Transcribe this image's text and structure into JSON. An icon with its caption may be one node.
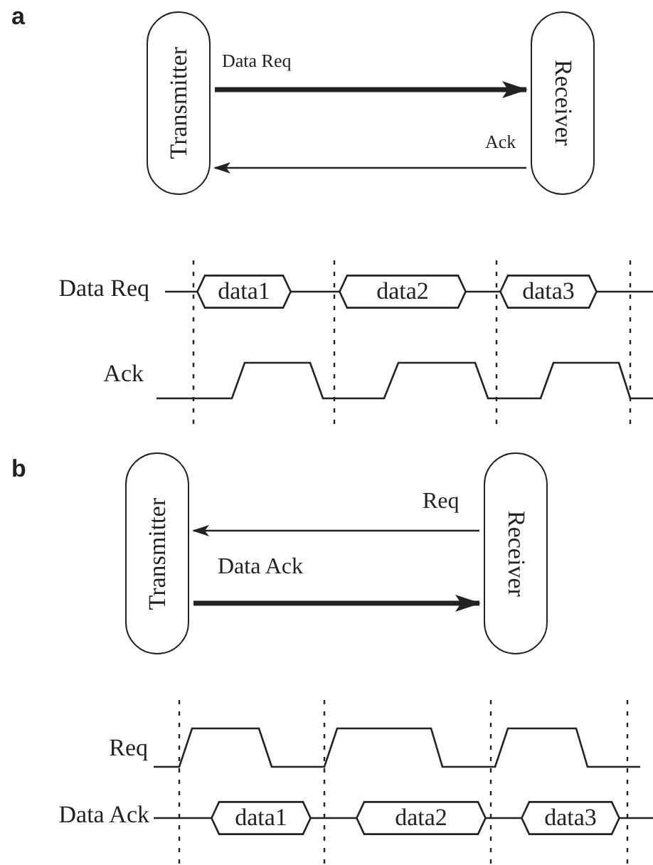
{
  "diagram": {
    "nodes": [
      {
        "text": [
          "Transmitter"
        ]
      },
      {
        "text": [
          "Receiver"
        ]
      },
      {
        "text": [
          "data1"
        ]
      },
      {
        "text": [
          "data2"
        ]
      },
      {
        "text": [
          "data3"
        ]
      },
      {
        "text": [
          "Transmitter"
        ]
      },
      {
        "text": [
          "Receiver"
        ]
      },
      {
        "text": [
          "data1"
        ]
      },
      {
        "text": [
          "data2"
        ]
      },
      {
        "text": [
          "data3"
        ]
      }
    ],
    "edges": [
      {
        "from": 0,
        "to": 1,
        "arrow": "to",
        "label": "Data Req",
        "style": "thick"
      },
      {
        "from": 1,
        "to": 0,
        "arrow": "to",
        "label": "Ack"
      },
      {
        "from": 6,
        "to": 5,
        "arrow": "to",
        "label": "Req"
      },
      {
        "from": 5,
        "to": 6,
        "arrow": "to",
        "label": "Data Ack",
        "style": "thick"
      }
    ],
    "labels": [
      "a",
      "Data Req",
      "Ack",
      "b",
      "Req",
      "Data Ack"
    ]
  }
}
